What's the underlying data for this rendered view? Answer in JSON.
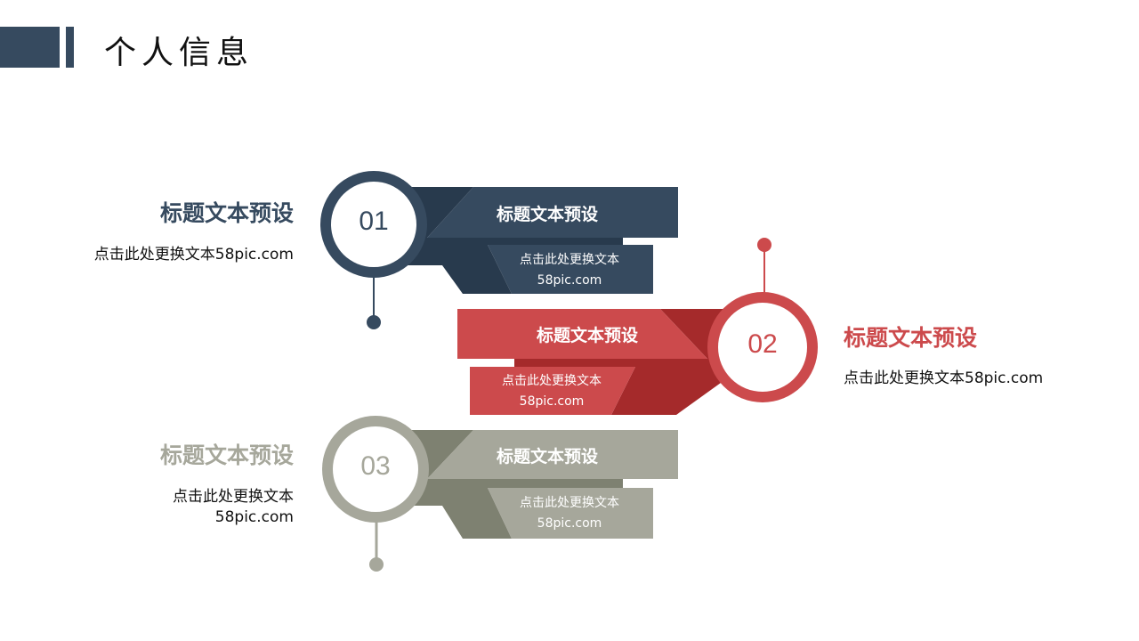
{
  "header": {
    "title": "个人信息"
  },
  "colors": {
    "navy": "#364a5f",
    "navy_dark": "#283a4d",
    "red": "#cc4a4c",
    "red_dark": "#a52a2b",
    "gray": "#a6a79b",
    "gray_dark": "#7e8171"
  },
  "items": [
    {
      "number": "01",
      "bar_title": "标题文本预设",
      "bar_sub_line1": "点击此处更换文本",
      "bar_sub_line2": "58pic.com",
      "side_title": "标题文本预设",
      "side_text": "点击此处更换文本58pic.com"
    },
    {
      "number": "02",
      "bar_title": "标题文本预设",
      "bar_sub_line1": "点击此处更换文本",
      "bar_sub_line2": "58pic.com",
      "side_title": "标题文本预设",
      "side_text": "点击此处更换文本58pic.com"
    },
    {
      "number": "03",
      "bar_title": "标题文本预设",
      "bar_sub_line1": "点击此处更换文本",
      "bar_sub_line2": "58pic.com",
      "side_title": "标题文本预设",
      "side_text_line1": "点击此处更换文本",
      "side_text_line2": "58pic.com"
    }
  ]
}
